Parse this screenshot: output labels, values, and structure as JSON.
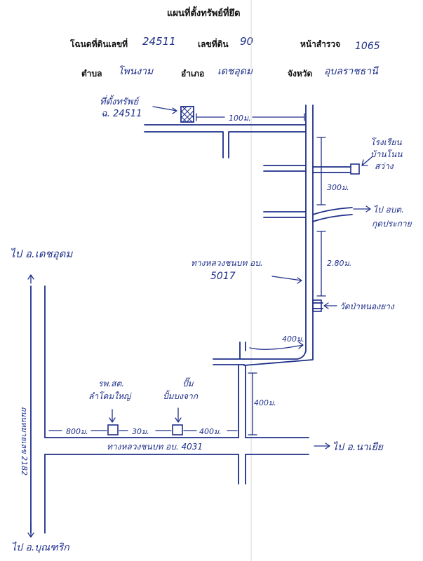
{
  "header": {
    "title": "แผนที่ตั้งทรัพย์ที่ยึด",
    "deed_label": "โฉนดที่ดินเลขที่",
    "deed_value": "24511",
    "land_no_label": "เลขที่ดิน",
    "land_no_value": "90",
    "survey_page_label": "หน้าสำรวจ",
    "survey_page_value": "1065",
    "subdistrict_label": "ตำบล",
    "subdistrict_value": "โพนงาม",
    "district_label": "อำเภอ",
    "district_value": "เดชอุดม",
    "province_label": "จังหวัด",
    "province_value": "อุบลราชธานี"
  },
  "map": {
    "property_label_1": "ที่ตั้งทรัพย์",
    "property_label_2": "ฉ. 24511",
    "dist_top": "100ม.",
    "school_1": "โรงเรียน",
    "school_2": "บ้านโนน",
    "school_3": "สว่าง",
    "dist_300": "300ม.",
    "to_obt_1": "ไป อบต.",
    "to_obt_2": "กุดประกาย",
    "road_5017_1": "ทางหลวงชนบท อบ.",
    "road_5017_2": "5017",
    "dist_280": "2.80ม.",
    "temple": "วัดป่าหนองยาง",
    "dist_400_curve": "400ม.",
    "dist_400_vertical": "400ม.",
    "to_det_udom": "ไป อ.เดชอุดม",
    "highway_2182": "ถนนหมายเลข 2182",
    "hospital_1": "รพ.สต.",
    "hospital_2": "ลำโดมใหญ่",
    "gas_station_1": "ปั๊ม",
    "gas_station_2": "ปั้มบงจาก",
    "dist_800": "800ม.",
    "dist_30": "30ม.",
    "dist_400_bottom": "400ม.",
    "road_4031": "ทางหลวงชนบท อบ. 4031",
    "to_na_yia": "ไป อ.นาเยีย",
    "to_buntharik": "ไป อ.บุณฑริก"
  }
}
